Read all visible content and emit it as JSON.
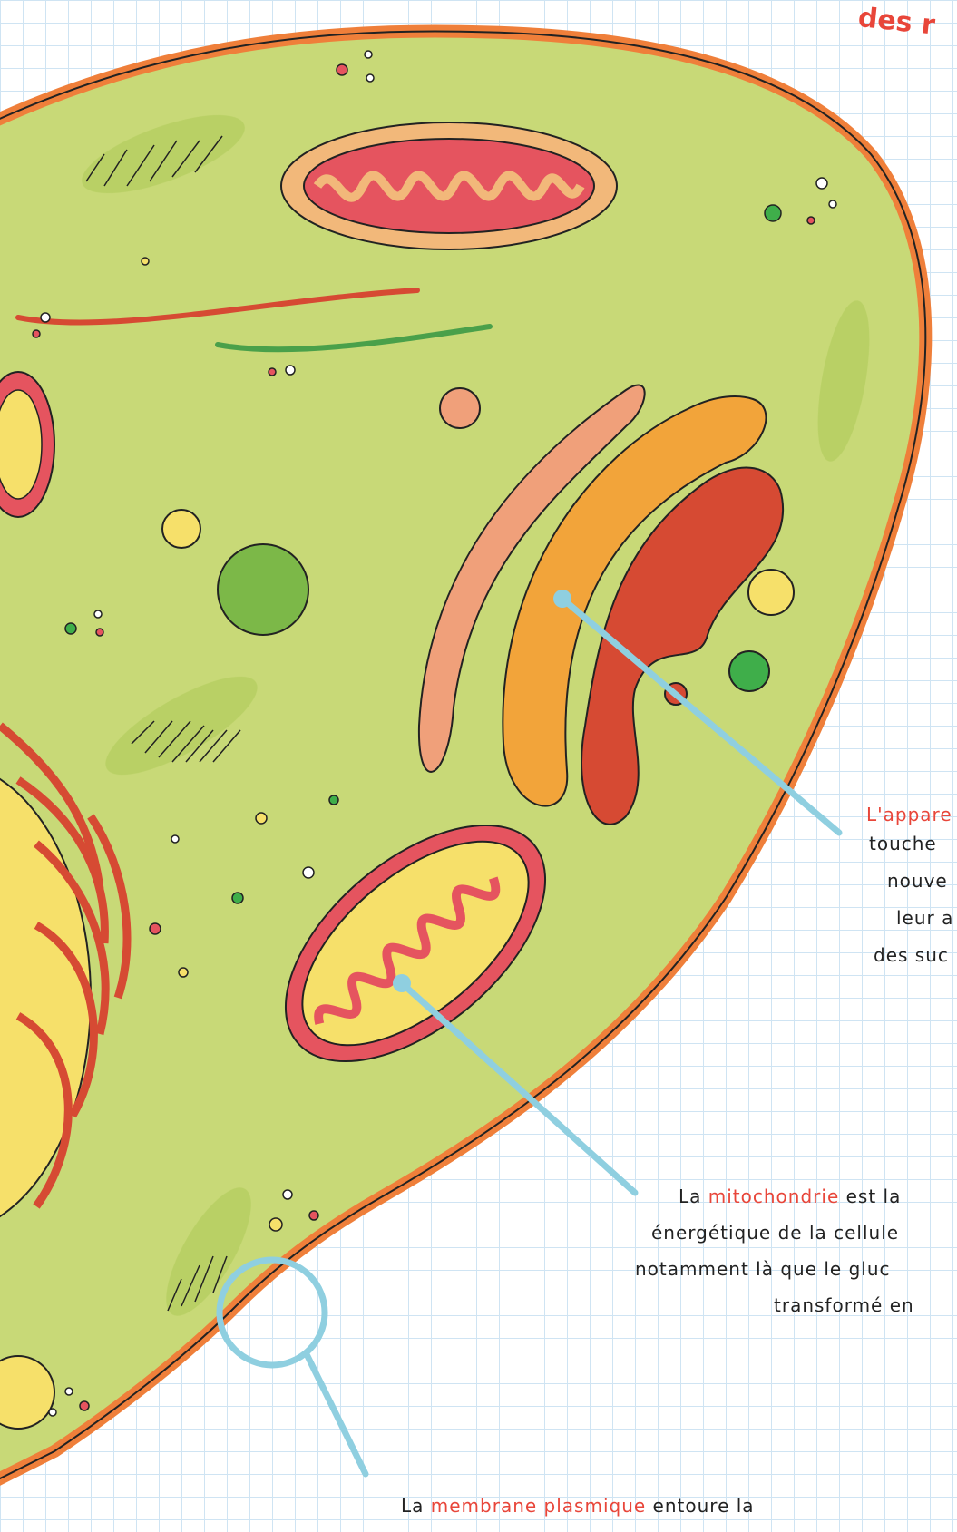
{
  "header": {
    "title_fragment": "des r"
  },
  "labels": {
    "golgi": {
      "name": "L'appare",
      "lines": [
        "touche",
        "nouve",
        "leur a",
        "des suc"
      ]
    },
    "mitochondria": {
      "prefix": "La ",
      "name": "mitochondrie",
      "suffix": " est la",
      "lines": [
        "énergétique de la cellule",
        "notamment là que le gluc",
        "transformé en"
      ]
    },
    "membrane": {
      "prefix": "La ",
      "name": "membrane plasmique",
      "suffix": " entoure la"
    }
  },
  "colors": {
    "cytoplasm": "#c8d977",
    "membrane": "#ef7f3a",
    "mitochondria_inner_red": "#e5545f",
    "mitochondria_inner_yellow": "#f6e06a",
    "golgi_red": "#d64a33",
    "golgi_orange": "#f2a43a",
    "golgi_salmon": "#f0a07a",
    "leader_line": "#8fcfe0",
    "accent_text": "#e8463a"
  }
}
